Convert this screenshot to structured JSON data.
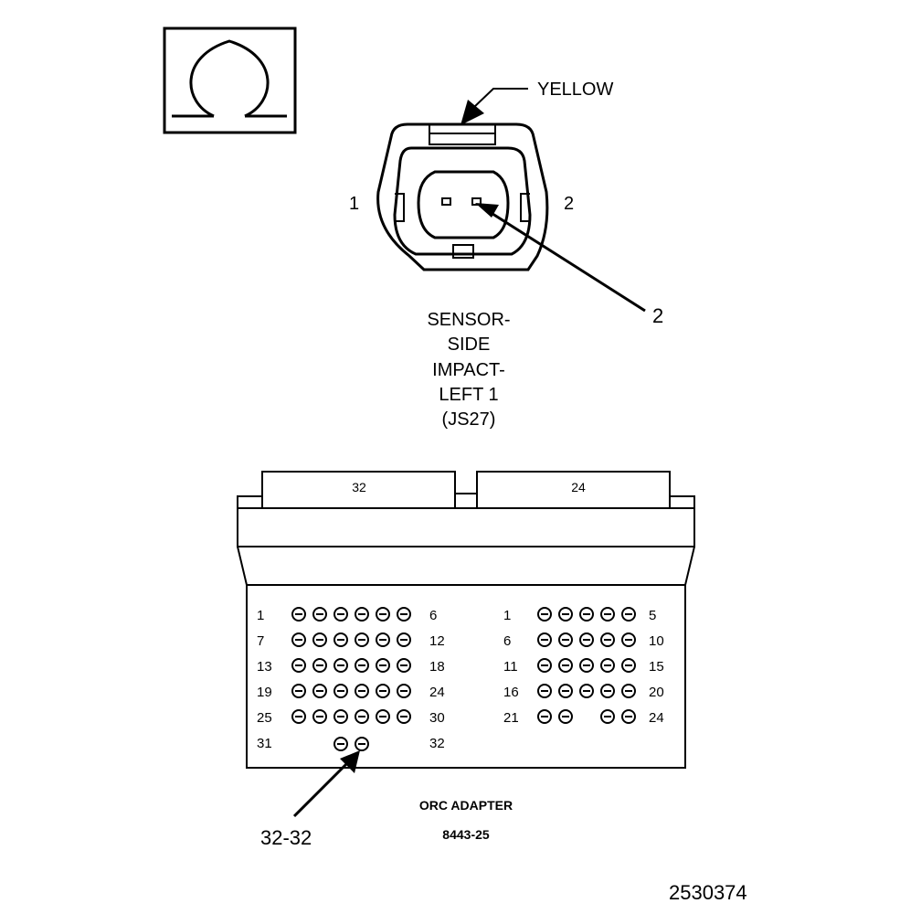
{
  "ohm_symbol": "Ω",
  "sensor_connector": {
    "color_label": "YELLOW",
    "pin_left": "1",
    "pin_right": "2",
    "callout": "2",
    "name_lines": [
      "SENSOR-",
      "SIDE",
      "IMPACT-",
      "LEFT 1",
      "(JS27)"
    ]
  },
  "adapter": {
    "tab_left": "32",
    "tab_right": "24",
    "left_rows": [
      {
        "start": "1",
        "end": "6"
      },
      {
        "start": "7",
        "end": "12"
      },
      {
        "start": "13",
        "end": "18"
      },
      {
        "start": "19",
        "end": "24"
      },
      {
        "start": "25",
        "end": "30"
      },
      {
        "start": "31",
        "end": "32"
      }
    ],
    "right_rows": [
      {
        "start": "1",
        "end": "5"
      },
      {
        "start": "6",
        "end": "10"
      },
      {
        "start": "11",
        "end": "15"
      },
      {
        "start": "16",
        "end": "20"
      },
      {
        "start": "21",
        "end": "24"
      }
    ],
    "callout": "32-32",
    "name": "ORC ADAPTER",
    "part_number": "8443-25"
  },
  "figure_id": "2530374"
}
